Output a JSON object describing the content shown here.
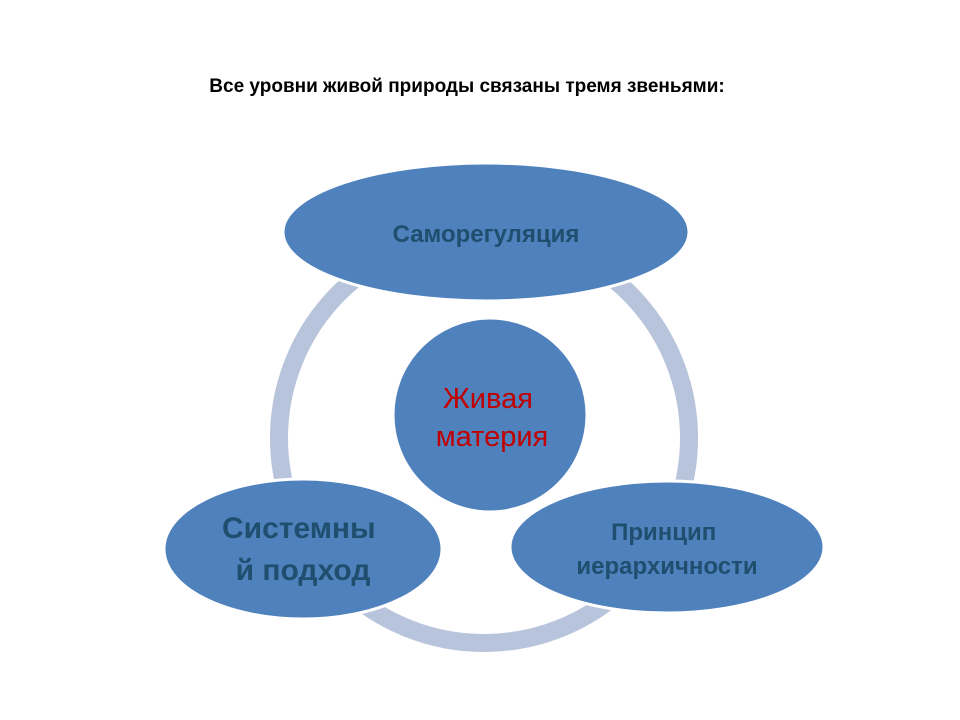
{
  "slide": {
    "title": "Все уровни живой природы связаны тремя звеньями:"
  },
  "diagram": {
    "center": {
      "lines": [
        "Живая",
        "материя"
      ]
    },
    "nodes": {
      "top": {
        "lines": [
          "Саморегуляция"
        ]
      },
      "bottom_left": {
        "lines": [
          "Системны",
          "й подход"
        ]
      },
      "bottom_right": {
        "lines": [
          "Принцип",
          "иерархичности"
        ]
      }
    }
  },
  "colors": {
    "node_fill": "#4f81bd",
    "node_stroke": "#ffffff",
    "ring": "#b8c4dc",
    "outer_text": "#1f4e6e",
    "center_text": "#c00000"
  }
}
